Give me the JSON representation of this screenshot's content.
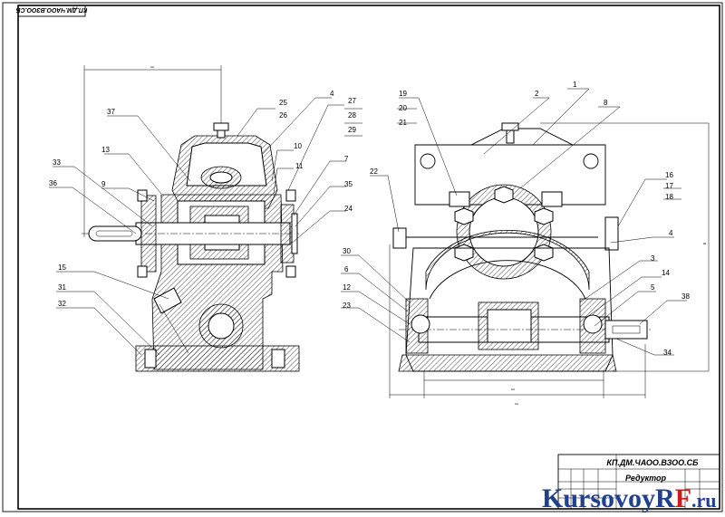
{
  "sheet": {
    "top_left_code": "КП.ДМ.ЧАОО.ВЗОО.СБ",
    "stamp_code": "КП.ДМ.ЧАОО.ВЗОО.СБ",
    "stamp_title": "Редуктор"
  },
  "callouts_left": [
    "37",
    "13",
    "33",
    "36",
    "9",
    "15",
    "31",
    "32",
    "25",
    "26",
    "4",
    "27",
    "28",
    "29",
    "10",
    "11",
    "7",
    "35",
    "24"
  ],
  "callouts_right": [
    "19",
    "20",
    "21",
    "2",
    "1",
    "8",
    "22",
    "16",
    "17",
    "18",
    "4",
    "3",
    "14",
    "5",
    "38",
    "34",
    "30",
    "6",
    "12",
    "23"
  ],
  "watermark": {
    "prefix": "Kursovoy",
    "r": "R",
    "f": "F",
    "suffix": ".ru"
  },
  "colors": {
    "ink": "#000000",
    "paper": "#ffffff",
    "wm_blue": "#1f3f8f",
    "wm_red": "#d01818"
  }
}
